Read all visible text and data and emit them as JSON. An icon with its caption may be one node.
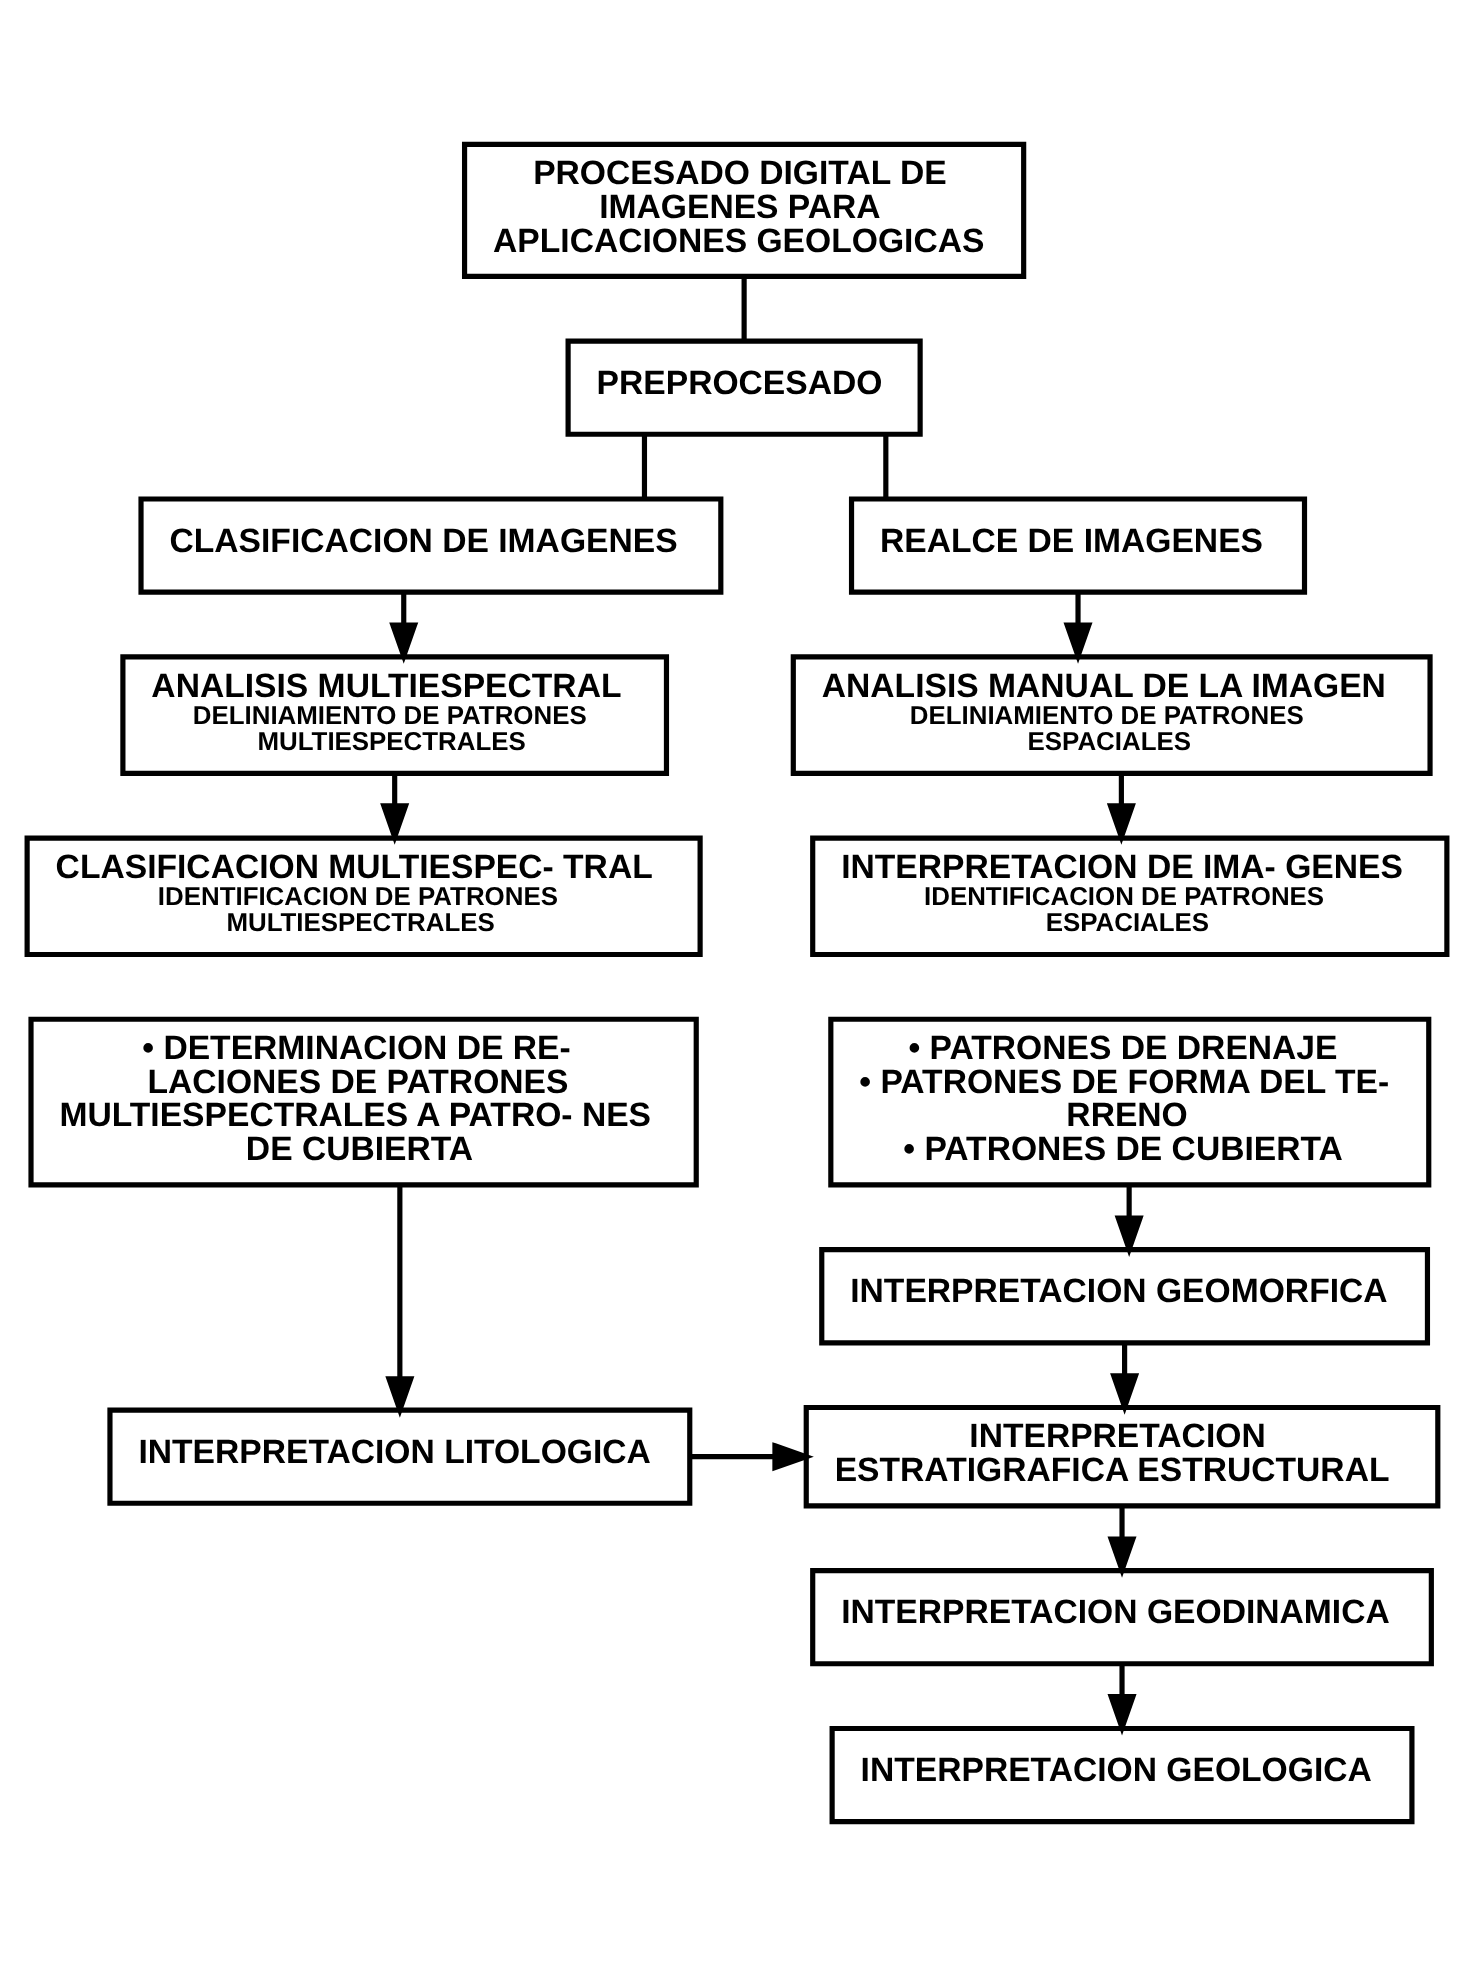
{
  "diagram": {
    "nodes": [
      {
        "text": [
          "PROCESADO DIGITAL DE IMAGENES PARA APLICACIONES GEOLOGICAS"
        ]
      },
      {
        "text": [
          "PREPROCESADO"
        ]
      },
      {
        "text": [
          "REALCE DE IMAGENES"
        ]
      },
      {
        "text": [
          "CLASIFICACION DE IMAGENES"
        ]
      },
      {
        "text": [
          "ANALISIS MANUAL DE LA IMAGEN",
          "DELINIAMIENTO DE PATRONES ESPACIALES"
        ]
      },
      {
        "text": [
          "ANALISIS MULTIESPECTRAL",
          "DELINIAMIENTO DE PATRONES MULTIESPECTRALES"
        ]
      },
      {
        "text": [
          "INTERPRETACION DE IMA- GENES",
          "IDENTIFICACION DE PATRONES ESPACIALES"
        ]
      },
      {
        "text": [
          "• PATRONES DE DRENAJE",
          "• PATRONES DE FORMA DEL TE- RRENO",
          "• PATRONES DE CUBIERTA"
        ]
      },
      {
        "text": [
          "CLASIFICACION MULTIESPEC- TRAL",
          "IDENTIFICACION DE PATRONES MULTIESPECTRALES"
        ]
      },
      {
        "text": [
          "• DETERMINACION DE RE- LACIONES DE PATRONES MULTIESPECTRALES A PATRO- NES DE CUBIERTA"
        ]
      },
      {
        "text": [
          "INTERPRETACION GEOMORFICA"
        ]
      },
      {
        "text": [
          "INTERPRETACION LITOLOGICA"
        ]
      },
      {
        "text": [
          "INTERPRETACION ESTRATIGRAFICA ESTRUCTURAL"
        ]
      },
      {
        "text": [
          "INTERPRETACION GEODINAMICA"
        ]
      },
      {
        "text": [
          "INTERPRETACION GEOLOGICA"
        ]
      }
    ],
    "edges": [
      {
        "from": 0,
        "to": 1,
        "arrow": "none"
      },
      {
        "from": 1,
        "to": 2,
        "arrow": "none"
      },
      {
        "from": 1,
        "to": 3,
        "arrow": "none"
      },
      {
        "from": 2,
        "to": 4,
        "arrow": "to"
      },
      {
        "from": 3,
        "to": 5,
        "arrow": "to"
      },
      {
        "from": 4,
        "to": 6,
        "arrow": "to"
      },
      {
        "from": 5,
        "to": 8,
        "arrow": "to"
      },
      {
        "from": 7,
        "to": 10,
        "arrow": "to"
      },
      {
        "from": 9,
        "to": 11,
        "arrow": "to"
      },
      {
        "from": 10,
        "to": 12,
        "arrow": "to"
      },
      {
        "from": 11,
        "to": 12,
        "arrow": "to"
      },
      {
        "from": 12,
        "to": 13,
        "arrow": "to"
      },
      {
        "from": 13,
        "to": 14,
        "arrow": "to"
      }
    ]
  }
}
